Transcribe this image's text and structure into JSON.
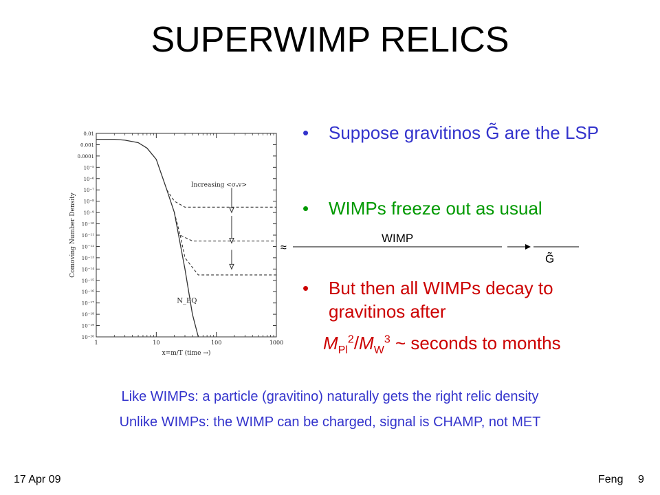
{
  "slide": {
    "title": "SUPERWIMP RELICS",
    "bullets": [
      {
        "text": "Suppose gravitinos G̃ are the LSP",
        "color": "#3333cc"
      },
      {
        "text": "WIMPs freeze out as usual",
        "color": "#009900"
      },
      {
        "text": "But then all WIMPs decay to gravitinos after",
        "color": "#cc0000"
      }
    ],
    "bullet_glyph": "•",
    "formula": {
      "m": "M",
      "pl": "Pl",
      "two": "2",
      "slash": "/",
      "mw": "M",
      "w": "W",
      "three": "3",
      "rest": " ~ seconds to months"
    },
    "notes": [
      "Like WIMPs: a particle (gravitino) naturally gets the right relic density",
      "Unlike WIMPs: the WIMP can be charged, signal is CHAMP, not MET"
    ],
    "footer": {
      "date": "17 Apr 09",
      "author": "Feng",
      "page": "9"
    },
    "decay_diagram": {
      "wimp_label": "WIMP",
      "gravitino_label": "G̃",
      "wavy_glyph": "≈"
    }
  },
  "chart_data": {
    "type": "line",
    "xlabel": "x=m/T (time →)",
    "ylabel": "Comoving Number Density",
    "xscale": "log",
    "yscale": "log",
    "xlim": [
      1,
      1000
    ],
    "ylim": [
      1e-20,
      0.01
    ],
    "x_ticks": [
      "1",
      "10",
      "100",
      "1000"
    ],
    "y_ticks": [
      "0.01",
      "0.001",
      "0.0001",
      "10⁻⁵",
      "10⁻⁶",
      "10⁻⁷",
      "10⁻⁸",
      "10⁻⁹",
      "10⁻¹⁰",
      "10⁻¹¹",
      "10⁻¹²",
      "10⁻¹³",
      "10⁻¹⁴",
      "10⁻¹⁵",
      "10⁻¹⁶",
      "10⁻¹⁷",
      "10⁻¹⁸",
      "10⁻¹⁹",
      "10⁻²⁰"
    ],
    "annotations": {
      "increasing": "Increasing <σₐv>",
      "neq": "N_EQ"
    },
    "equilibrium": {
      "x": [
        1,
        2,
        3,
        5,
        7,
        10,
        15,
        20,
        30,
        40,
        50
      ],
      "y": [
        0.003,
        0.003,
        0.0025,
        0.0015,
        0.0005,
        5e-05,
        1e-07,
        1e-09,
        1e-14,
        1e-18,
        1e-20
      ]
    },
    "freezeout": [
      {
        "x": [
          15,
          20,
          30,
          100,
          1000
        ],
        "y": [
          1e-07,
          1e-08,
          3e-09,
          3e-09,
          3e-09
        ]
      },
      {
        "x": [
          20,
          25,
          40,
          100,
          1000
        ],
        "y": [
          1e-09,
          1e-11,
          3e-12,
          3e-12,
          3e-12
        ]
      },
      {
        "x": [
          25,
          30,
          50,
          100,
          1000
        ],
        "y": [
          1e-11,
          1e-13,
          3e-15,
          3e-15,
          3e-15
        ]
      }
    ]
  }
}
